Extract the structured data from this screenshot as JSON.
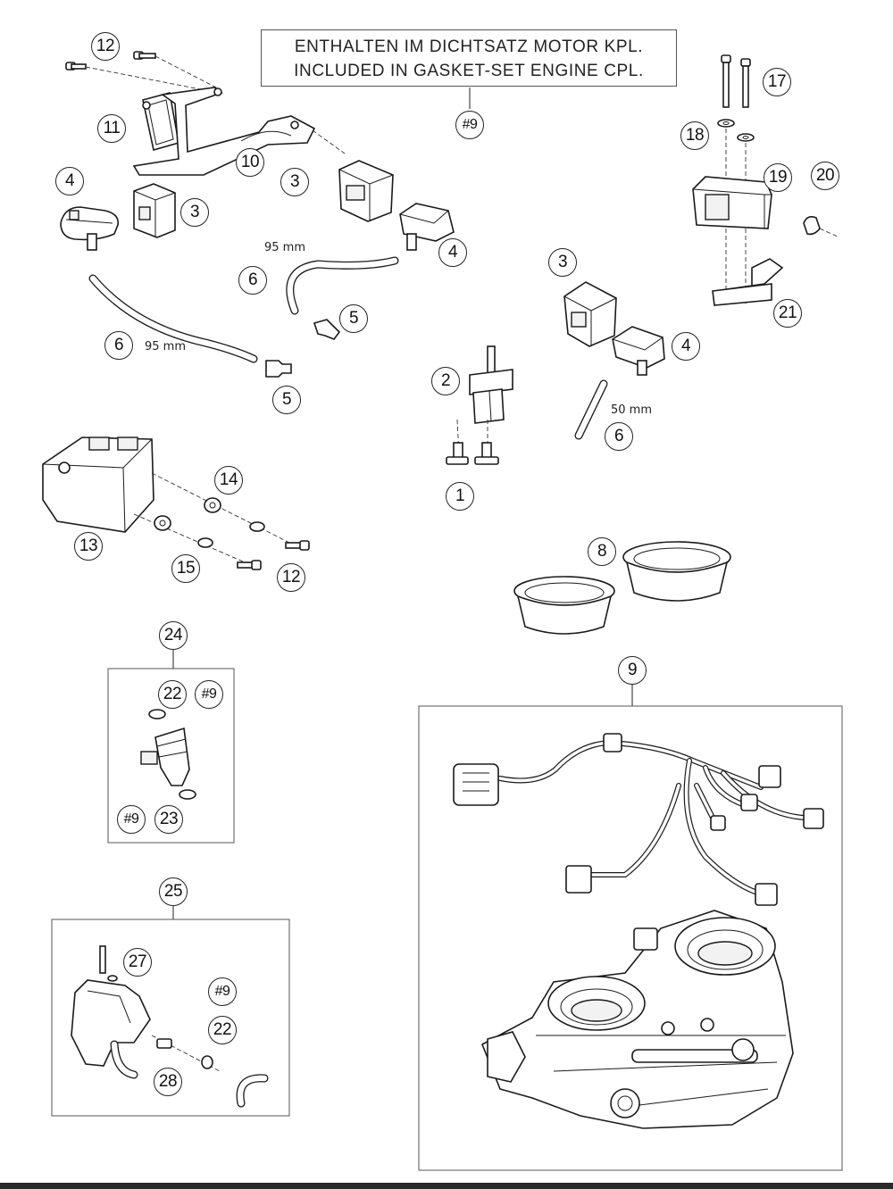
{
  "note": {
    "line_de": "ENTHALTEN IM DICHTSATZ MOTOR KPL.",
    "line_en": "INCLUDED IN GASKET-SET ENGINE CPL."
  },
  "callouts": {
    "c12_top": "12",
    "c11": "11",
    "c10": "10",
    "c9_note": "#9",
    "c17": "17",
    "c18": "18",
    "c19": "19",
    "c20": "20",
    "c21": "21",
    "c4_left": "4",
    "c3_left": "3",
    "c3_mid": "3",
    "c4_mid": "4",
    "c6_mid": "6",
    "c5_mid": "5",
    "c6_left": "6",
    "c5_left": "5",
    "c3_right": "3",
    "c4_right": "4",
    "c2": "2",
    "c6_right": "6",
    "c1": "1",
    "c14": "14",
    "c13": "13",
    "c15": "15",
    "c12_bottom": "12",
    "c8": "8",
    "c9": "9",
    "c24": "24",
    "c22_a": "22",
    "c9_a": "#9",
    "c9_b": "#9",
    "c23": "23",
    "c25": "25",
    "c27": "27",
    "c9_c": "#9",
    "c22_b": "22",
    "c28": "28"
  },
  "measurements": {
    "hose_mid": "95 mm",
    "hose_left": "95 mm",
    "hose_right": "50 mm"
  }
}
